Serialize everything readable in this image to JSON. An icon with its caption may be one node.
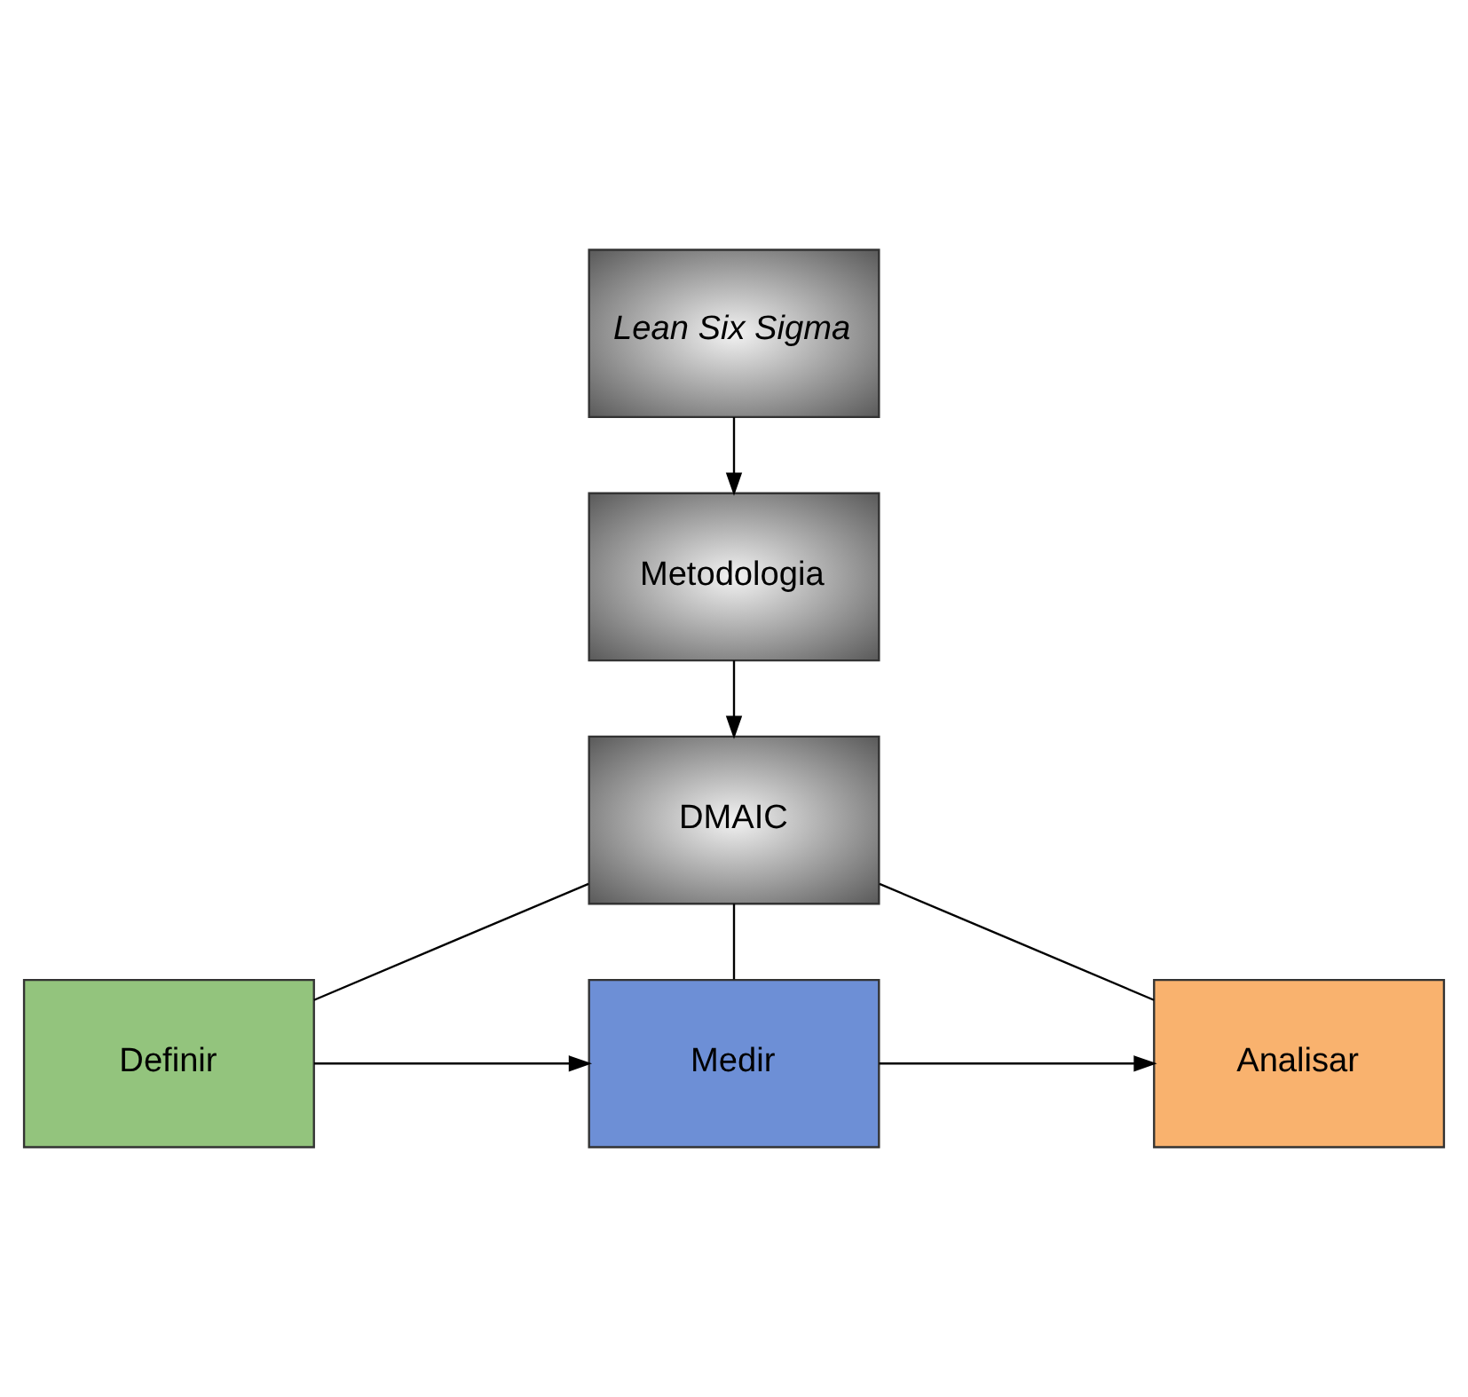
{
  "diagram": {
    "nodes": [
      {
        "text": [
          "Lean Six Sigma"
        ]
      },
      {
        "text": [
          "Metodologia"
        ]
      },
      {
        "text": [
          "DMAIC"
        ]
      },
      {
        "text": [
          "Definir"
        ]
      },
      {
        "text": [
          "Medir"
        ]
      },
      {
        "text": [
          "Analisar"
        ]
      }
    ],
    "edges": [
      {
        "from": 0,
        "to": 1,
        "arrow": "to"
      },
      {
        "from": 1,
        "to": 2,
        "arrow": "to"
      },
      {
        "from": 2,
        "to": 3,
        "arrow": "none"
      },
      {
        "from": 2,
        "to": 4,
        "arrow": "none"
      },
      {
        "from": 2,
        "to": 5,
        "arrow": "none"
      },
      {
        "from": 3,
        "to": 4,
        "arrow": "to"
      },
      {
        "from": 4,
        "to": 5,
        "arrow": "to"
      }
    ]
  }
}
